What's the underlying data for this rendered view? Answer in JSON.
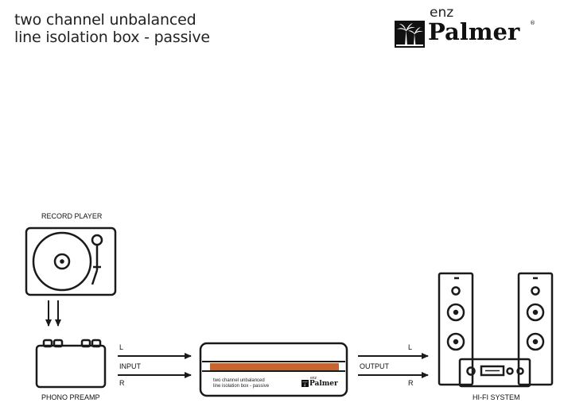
{
  "header": {
    "title_line1": "two channel unbalanced",
    "title_line2": "line isolation box - passive"
  },
  "logo": {
    "prefix": "enz",
    "name": "Palmer",
    "registered": "®",
    "icon": "palm-tree-icon"
  },
  "devices": {
    "record_player": "RECORD PLAYER",
    "phono_preamp": "PHONO PREAMP",
    "hifi_system": "HI-FI SYSTEM"
  },
  "signal": {
    "input_label": "INPUT",
    "output_label": "OUTPUT",
    "left": "L",
    "right": "R"
  },
  "isolation_box": {
    "label_line1": "two channel unbalanced",
    "label_line2": "line isolation box - passive",
    "logo_prefix": "enz",
    "logo_name": "Palmer",
    "accent_color": "#c8652e"
  },
  "colors": {
    "line": "#1a1a1a",
    "background": "#ffffff"
  }
}
